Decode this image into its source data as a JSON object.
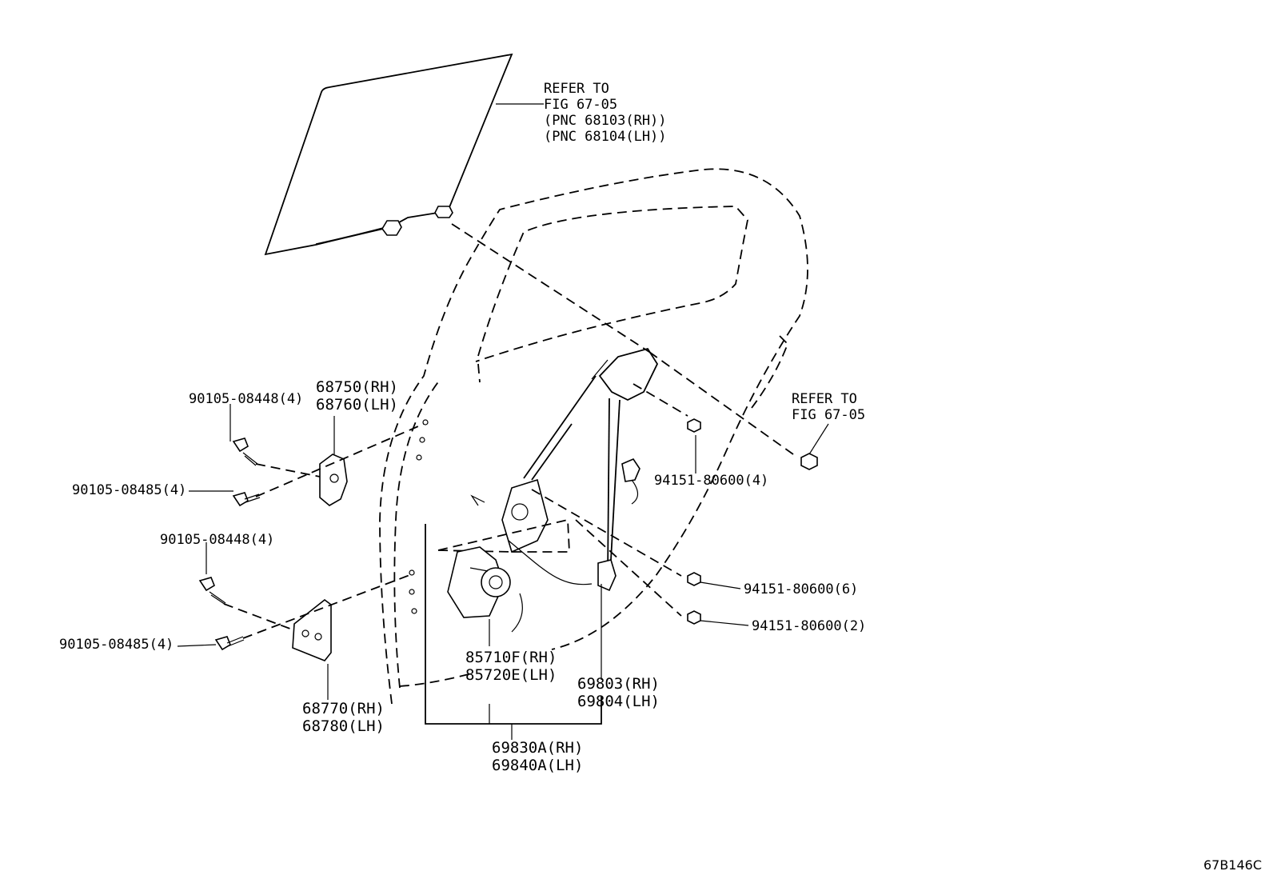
{
  "labels": {
    "glass_ref_1": "REFER TO",
    "glass_ref_2": "FIG 67-05",
    "glass_ref_3": "(PNC 68103(RH))",
    "glass_ref_4": "(PNC 68104(LH))",
    "bolt_ref_1": "REFER TO",
    "bolt_ref_2": "FIG 67-05",
    "bolt_upper_a": "90105-08448(4)",
    "bolt_upper_b": "90105-08485(4)",
    "bolt_lower_a": "90105-08448(4)",
    "bolt_lower_b": "90105-08485(4)",
    "hinge_upper_1": "68750(RH)",
    "hinge_upper_2": "68760(LH)",
    "hinge_lower_1": "68770(RH)",
    "hinge_lower_2": "68780(LH)",
    "nut_a": "94151-80600(4)",
    "nut_b": "94151-80600(6)",
    "nut_c": "94151-80600(2)",
    "motor_1": "85710F(RH)",
    "motor_2": "85720E(LH)",
    "regulator_1": "69803(RH)",
    "regulator_2": "69804(LH)",
    "assembly_1": "69830A(RH)",
    "assembly_2": "69840A(LH)",
    "figure_code": "67B146C"
  }
}
